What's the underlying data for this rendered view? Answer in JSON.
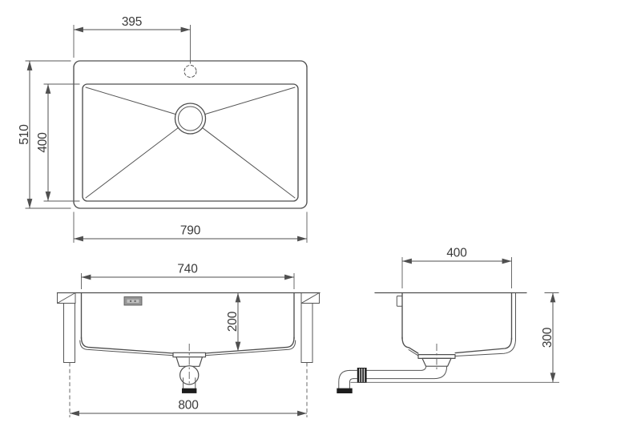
{
  "page": {
    "background": "#ffffff",
    "line_color": "#4f4f4f",
    "text_color": "#3a3a3a"
  },
  "drawing": {
    "views": {
      "top": {
        "dims": {
          "faucet_offset": "395",
          "overall_depth": "510",
          "bowl_depth": "400",
          "overall_width": "790"
        }
      },
      "front": {
        "dims": {
          "bowl_width": "740",
          "bowl_height": "200",
          "cutout_width": "800"
        }
      },
      "side": {
        "dims": {
          "bowl_length": "400",
          "install_height": "300"
        }
      }
    }
  }
}
